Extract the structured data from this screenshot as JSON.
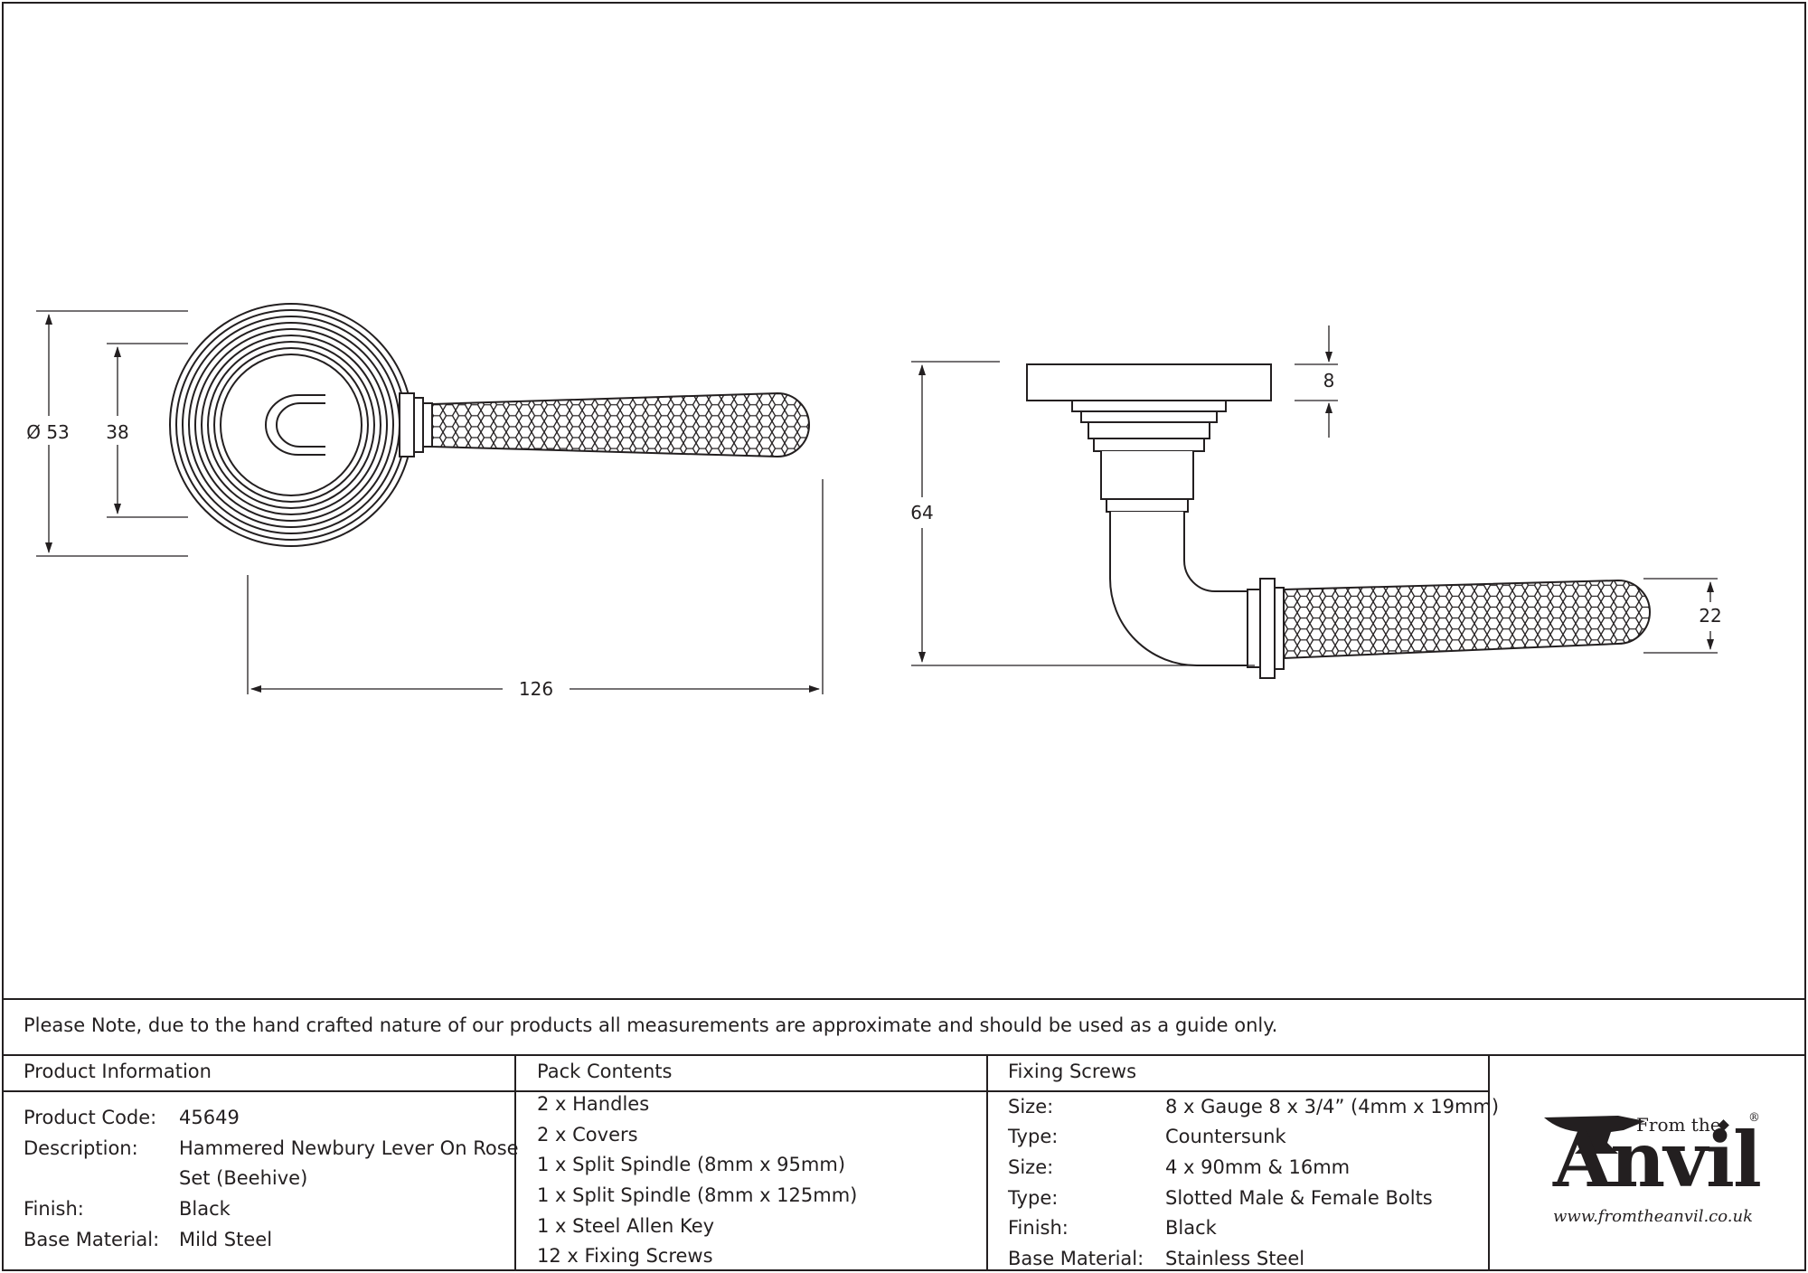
{
  "dimensions": {
    "rose_diameter": "Ø 53",
    "rose_inner": "38",
    "lever_length": "126",
    "rose_depth": "8",
    "overall_projection": "64",
    "grip_thickness": "22"
  },
  "note": "Please Note, due to the hand crafted nature of our products all measurements are approximate and should be used as a guide only.",
  "product_information": {
    "title": "Product Information",
    "rows": [
      {
        "label": "Product Code:",
        "value": "45649"
      },
      {
        "label": "Description:",
        "value": "Hammered Newbury Lever On Rose",
        "value2": "Set (Beehive)"
      },
      {
        "label": "Finish:",
        "value": "Black"
      },
      {
        "label": "Base Material:",
        "value": "Mild Steel"
      }
    ]
  },
  "pack_contents": {
    "title": "Pack Contents",
    "items": [
      "2 x Handles",
      "2 x Covers",
      "1 x Split Spindle (8mm x 95mm)",
      "1 x Split Spindle (8mm x 125mm)",
      "1 x Steel Allen Key",
      "12 x Fixing Screws"
    ]
  },
  "fixing_screws": {
    "title": "Fixing Screws",
    "rows": [
      {
        "label": "Size:",
        "value": "8 x Gauge 8 x 3/4” (4mm x 19mm)"
      },
      {
        "label": "Type:",
        "value": "Countersunk"
      },
      {
        "label": "Size:",
        "value": "4 x 90mm & 16mm"
      },
      {
        "label": "Type:",
        "value": "Slotted Male & Female Bolts"
      },
      {
        "label": "Finish:",
        "value": "Black"
      },
      {
        "label": "Base Material:",
        "value": "Stainless Steel"
      }
    ]
  },
  "logo": {
    "from_the": "From the",
    "brand": "Anvil",
    "registered": "®",
    "url": "www.fromtheanvil.co.uk"
  }
}
